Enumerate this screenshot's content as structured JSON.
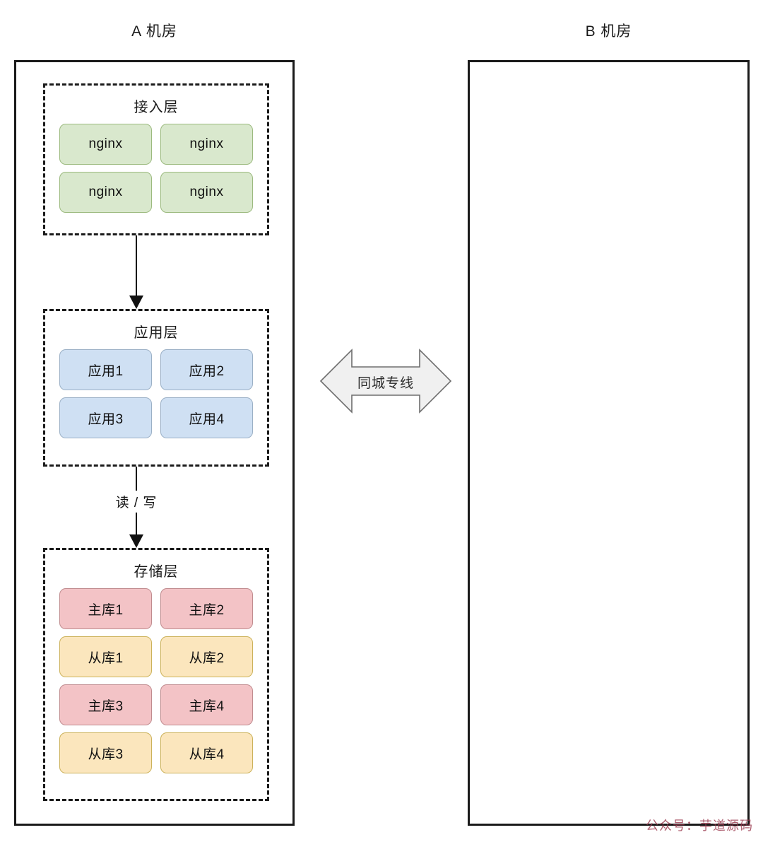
{
  "diagram": {
    "rooms": [
      {
        "id": "a",
        "title": "A 机房"
      },
      {
        "id": "b",
        "title": "B 机房"
      }
    ],
    "layers": [
      {
        "id": "access",
        "title": "接入层",
        "nodes": [
          "nginx",
          "nginx",
          "nginx",
          "nginx"
        ]
      },
      {
        "id": "app",
        "title": "应用层",
        "nodes": [
          "应用1",
          "应用2",
          "应用3",
          "应用4"
        ]
      },
      {
        "id": "storage",
        "title": "存储层",
        "nodes": [
          "主库1",
          "主库2",
          "从库1",
          "从库2",
          "主库3",
          "主库4",
          "从库3",
          "从库4"
        ]
      }
    ],
    "connectors": [
      {
        "id": "access-to-app",
        "label": ""
      },
      {
        "id": "app-to-storage",
        "label": "读 / 写"
      }
    ],
    "link": {
      "label": "同城专线",
      "direction": "bidirectional"
    },
    "watermark": "公众号：芋道源码",
    "colors": {
      "nginx_fill": "#d9e8cd",
      "nginx_border": "#9cba7f",
      "app_fill": "#cfe0f3",
      "app_border": "#9bb0c6",
      "master_fill": "#f3c3c6",
      "master_border": "#c08c8f",
      "slave_fill": "#fbe6bd",
      "slave_border": "#ccb25a",
      "outline": "#1a1a1a",
      "watermark": "#9c3b50"
    }
  }
}
